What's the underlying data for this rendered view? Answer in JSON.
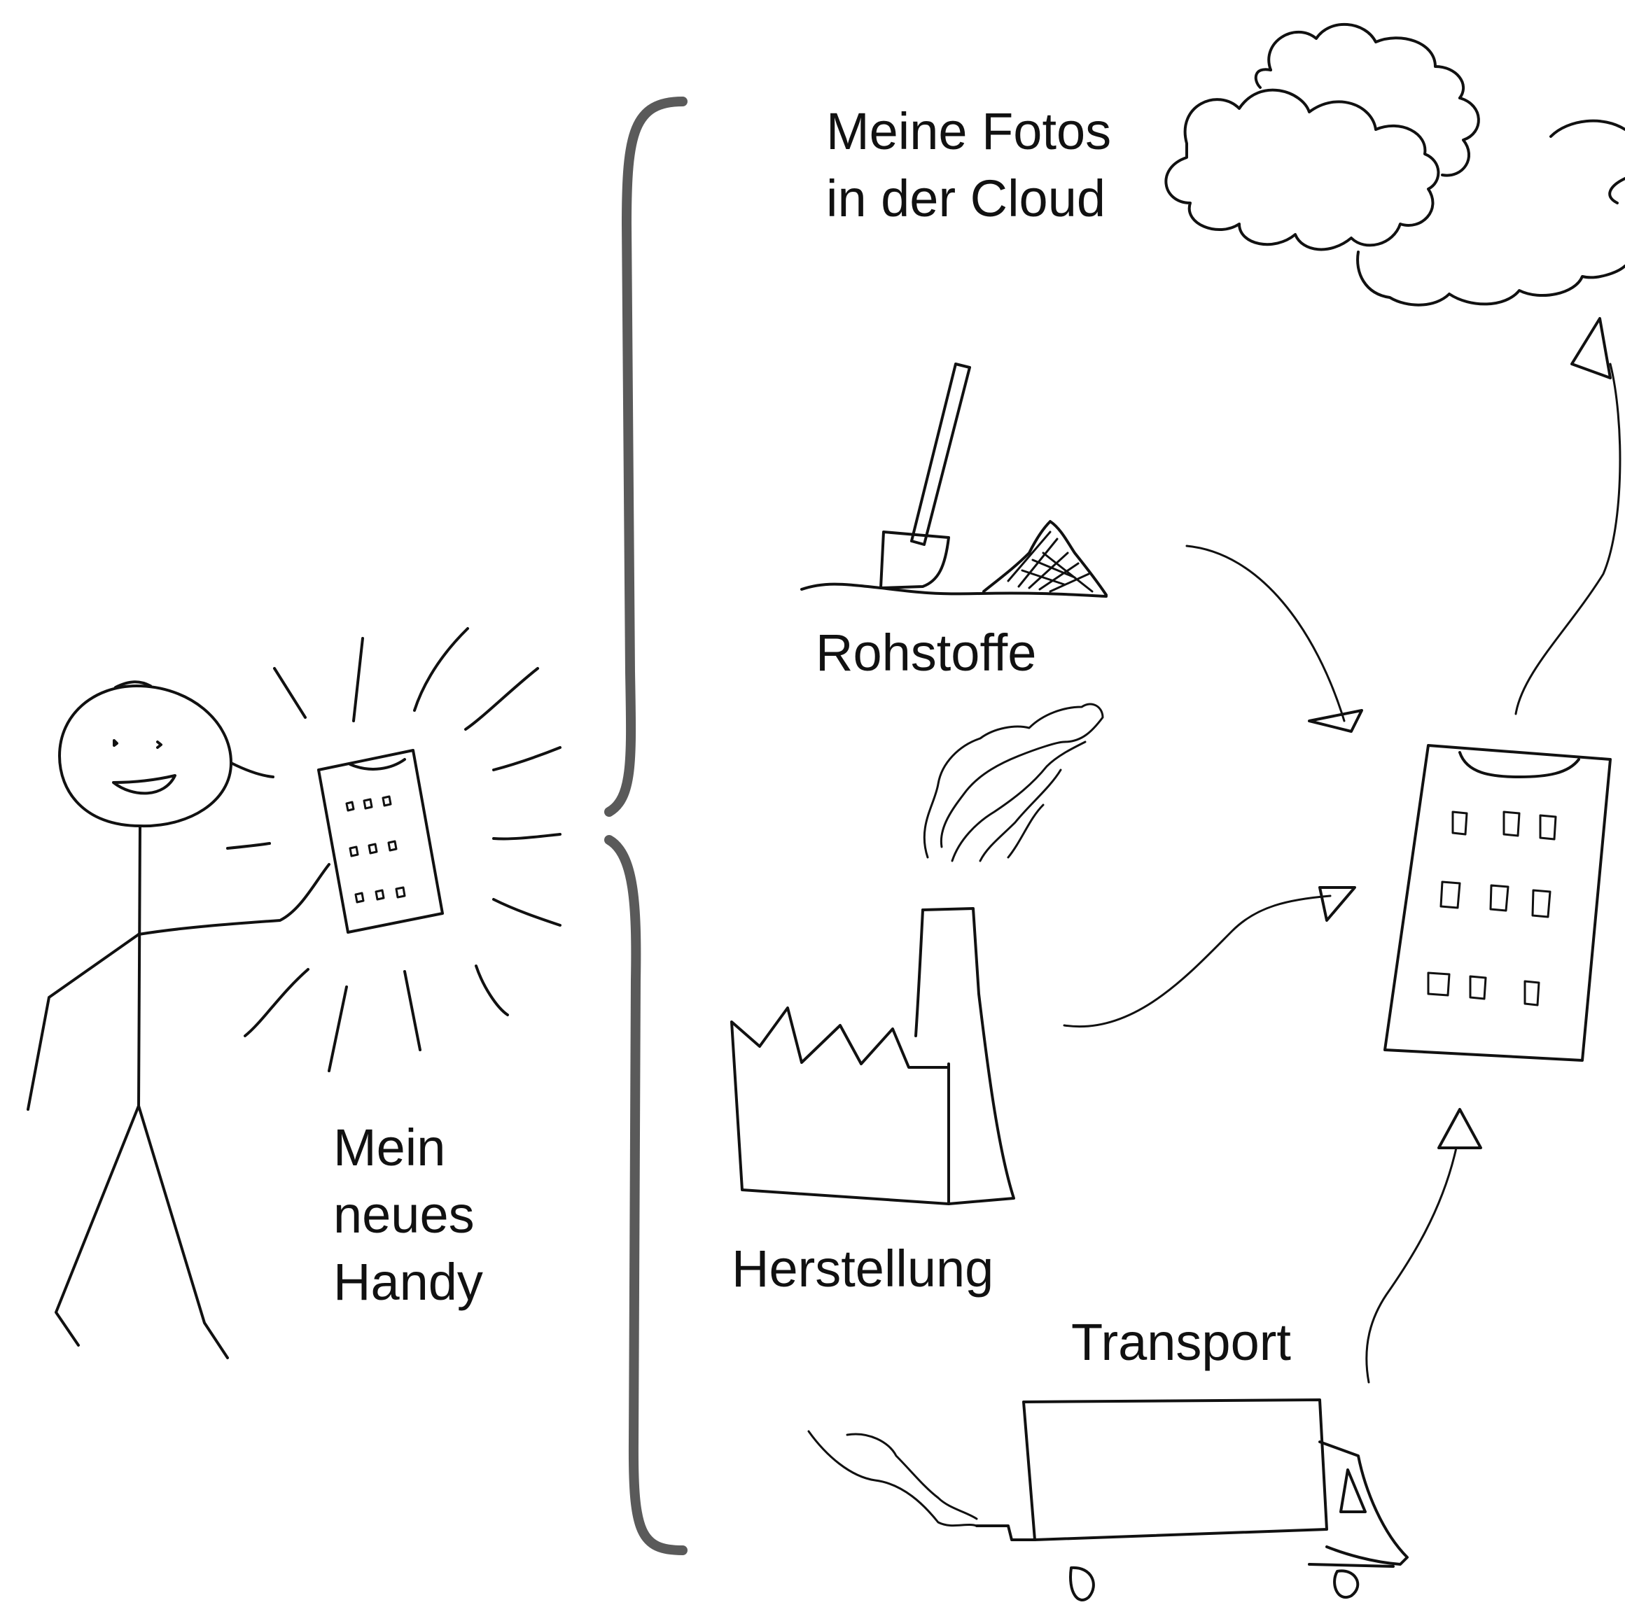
{
  "labels": {
    "cloud": [
      "Meine Fotos",
      "in der Cloud"
    ],
    "phone": [
      "Mein",
      "neues",
      "Handy"
    ],
    "raw_materials": "Rohstoffe",
    "production": "Herstellung",
    "transport": "Transport"
  },
  "colors": {
    "ink": "#111111",
    "brace": "#5a5a5a",
    "background": "#ffffff"
  }
}
